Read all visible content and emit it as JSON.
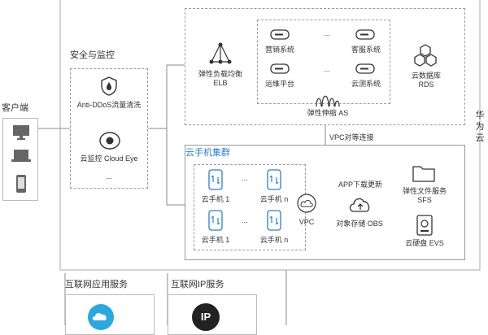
{
  "client": {
    "label": "客户端"
  },
  "security": {
    "title": "安全与监控",
    "anti_ddos": "Anti-DDoS流量清洗",
    "cloud_eye": "云监控 Cloud Eye",
    "more": "..."
  },
  "top": {
    "elb": "弹性负载均衡\nELB",
    "apps": {
      "marketing": "营销系统",
      "service": "客服系统",
      "ops": "运维平台",
      "test": "云测系统",
      "dots1": "...",
      "dots2": "..."
    },
    "as_label": "弹性伸缩 AS",
    "rds": "云数据库\nRDS"
  },
  "vpc_peering": "VPC对等连接",
  "phone_cluster": {
    "title": "云手机集群",
    "phones": [
      "云手机 1",
      "云手机 n",
      "云手机 1",
      "云手机 n"
    ],
    "dots": [
      "...",
      "..."
    ],
    "vpc": "VPC",
    "app_download": "APP下载更新",
    "obs": "对象存储 OBS",
    "sfs": "弹性文件服务\nSFS",
    "evs": "云硬盘 EVS"
  },
  "bottom": {
    "internet_app": "互联网应用服务",
    "internet_ip": "互联网IP服务",
    "ip_badge": "IP"
  },
  "right_edge": [
    "华",
    "为",
    "云"
  ],
  "colors": {
    "accent": "#2a7fd4",
    "icon": "#333333",
    "dash": "#9a9a9a"
  }
}
